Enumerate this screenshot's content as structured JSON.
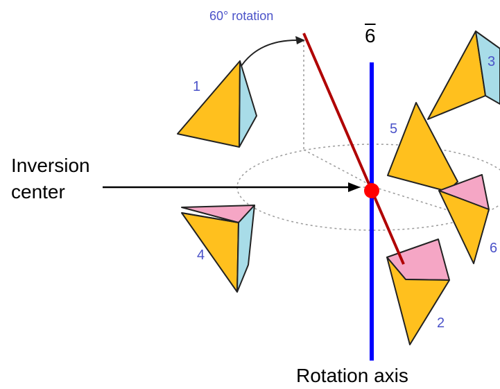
{
  "labels": {
    "rotation_caption": "60° rotation",
    "axis_symbol": "6",
    "inversion_center": "Inversion\ncenter",
    "rotation_axis": "Rotation axis"
  },
  "tetrahedra": {
    "t1": "1",
    "t2": "2",
    "t3": "3",
    "t4": "4",
    "t5": "5",
    "t6": "6"
  },
  "colors": {
    "face_main": "#FFC01E",
    "face_side": "#A8DCE8",
    "face_top": "#F5A6C5",
    "rotation_axis": "#0000FF",
    "inversion_line": "#B00000",
    "inversion_center": "#FF0000",
    "guide_lines": "#999999"
  }
}
